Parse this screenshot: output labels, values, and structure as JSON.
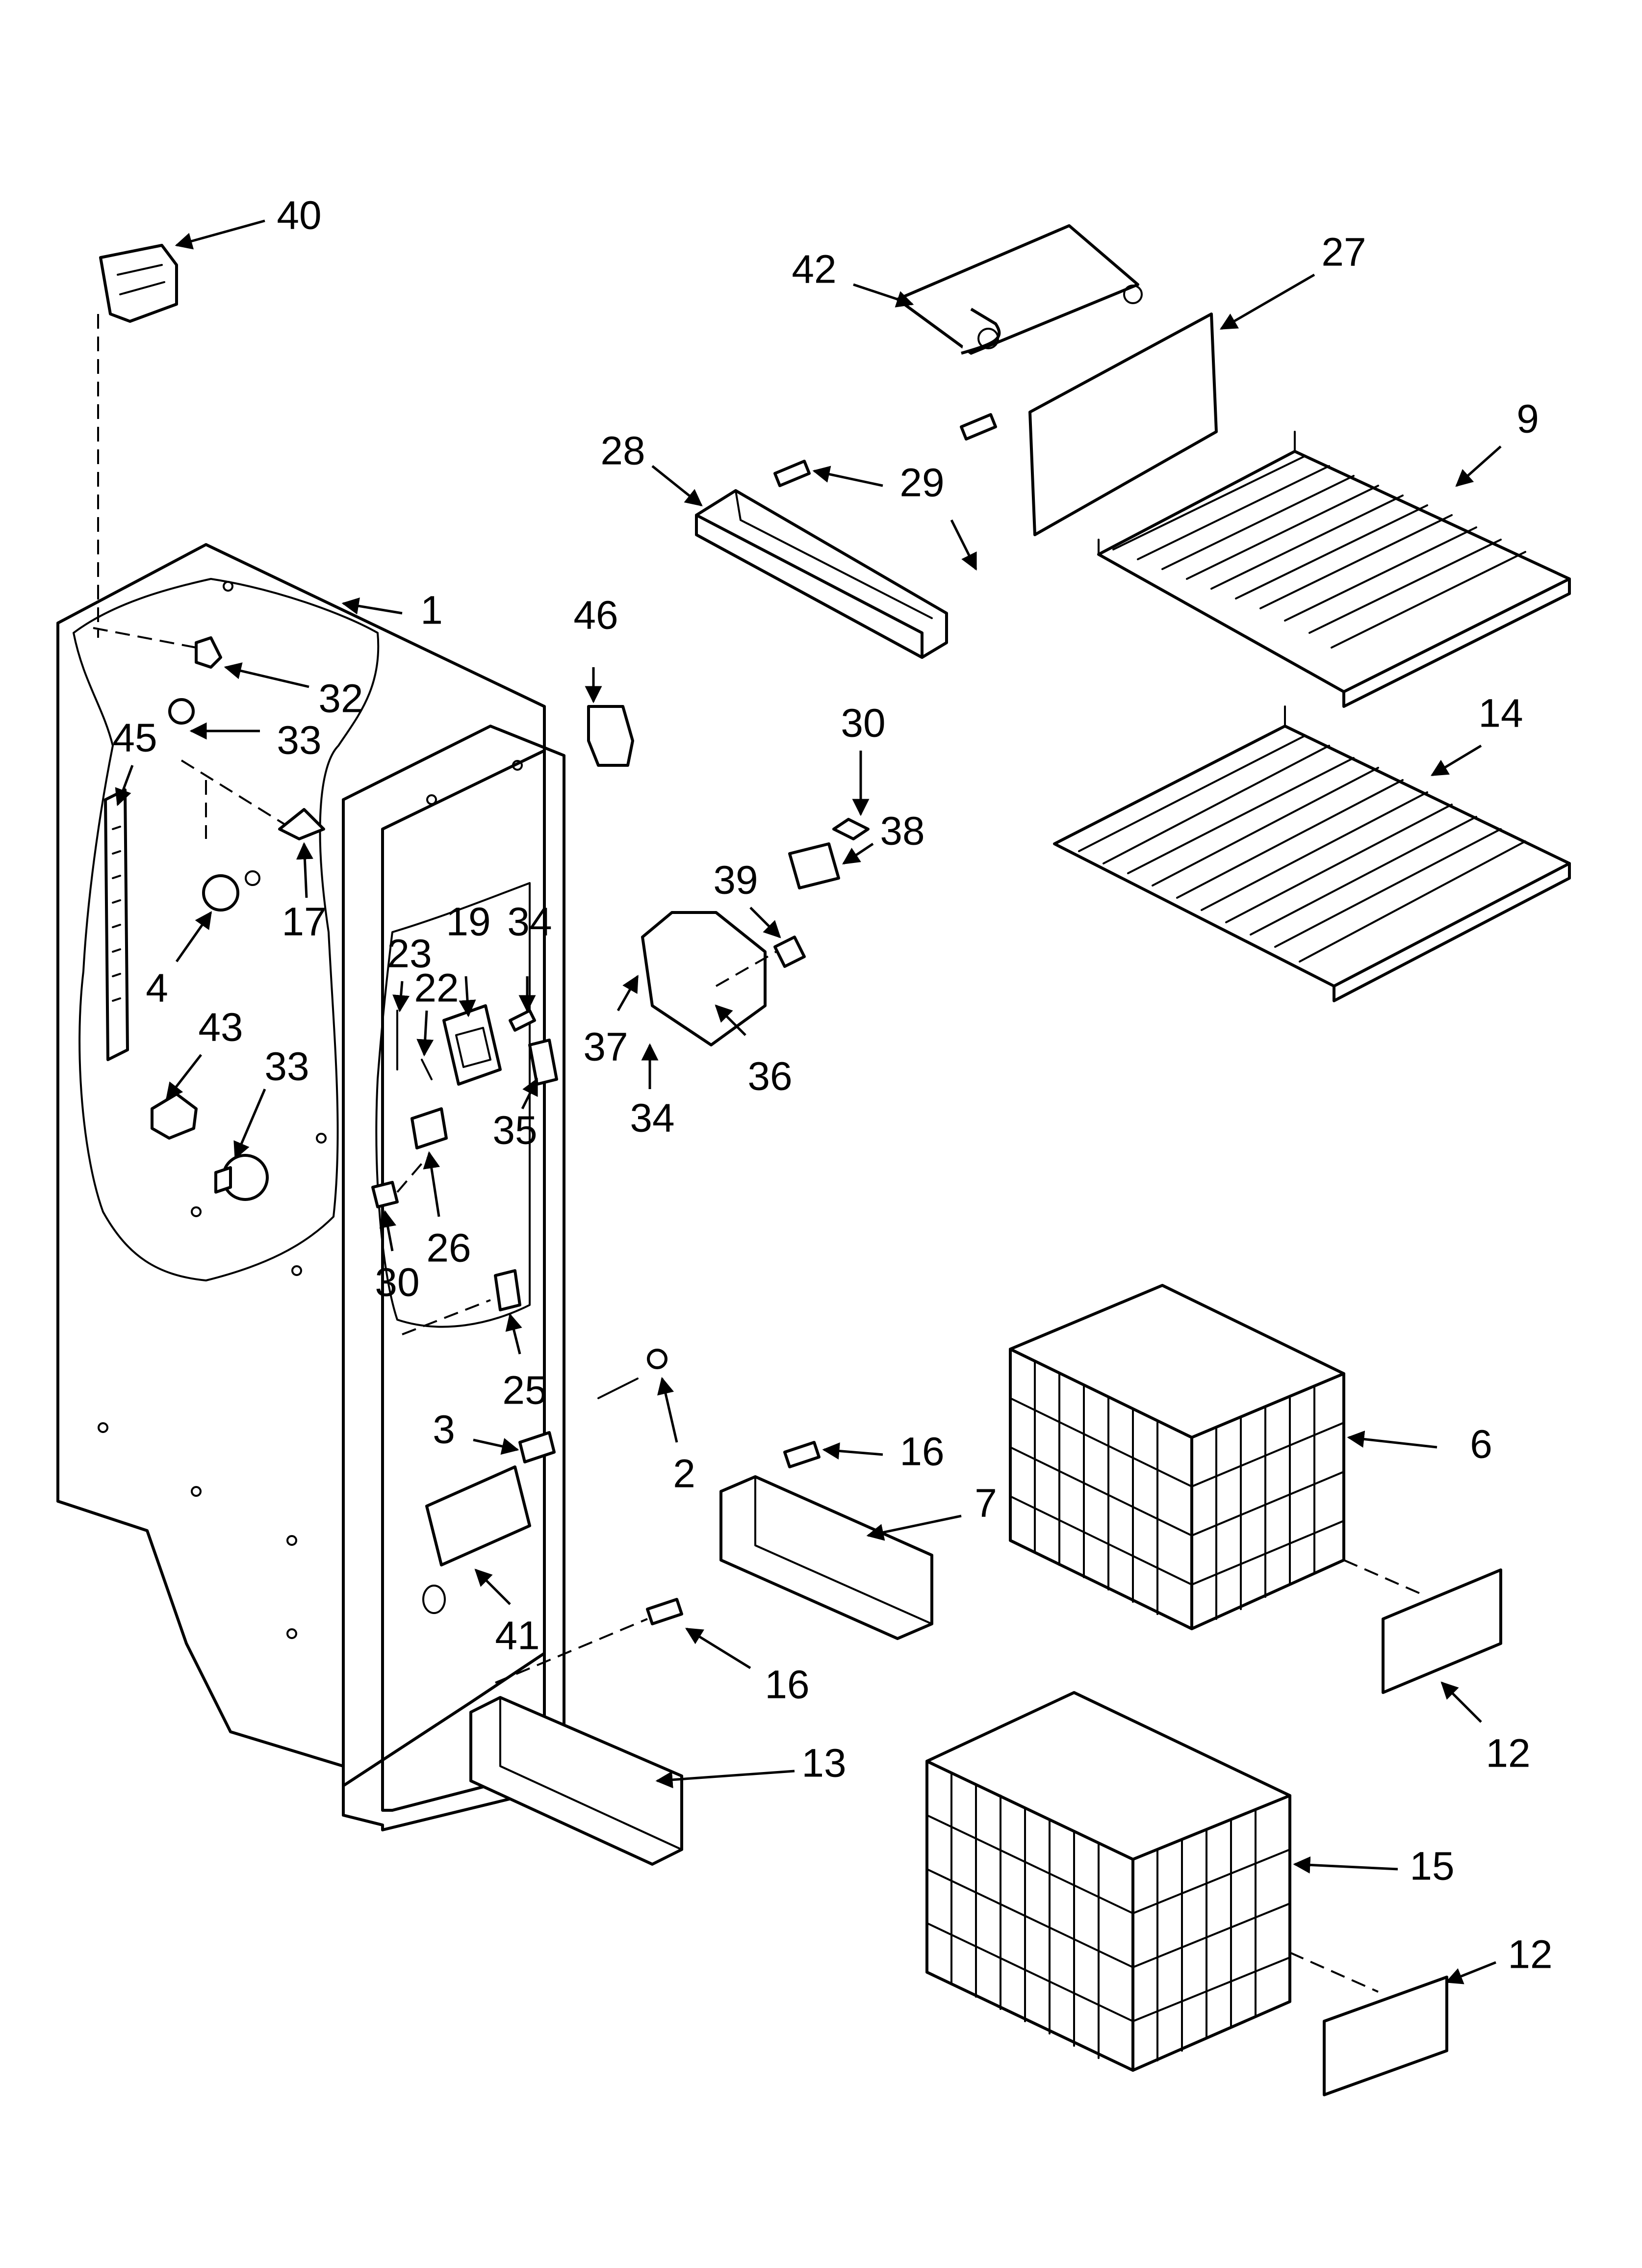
{
  "diagram": {
    "part_labels": [
      "1",
      "2",
      "3",
      "4",
      "6",
      "7",
      "9",
      "12",
      "12",
      "13",
      "14",
      "15",
      "16",
      "16",
      "17",
      "19",
      "22",
      "23",
      "25",
      "26",
      "27",
      "28",
      "29",
      "30",
      "30",
      "32",
      "33",
      "33",
      "34",
      "34",
      "35",
      "36",
      "37",
      "38",
      "39",
      "40",
      "41",
      "42",
      "43",
      "45",
      "46"
    ]
  }
}
